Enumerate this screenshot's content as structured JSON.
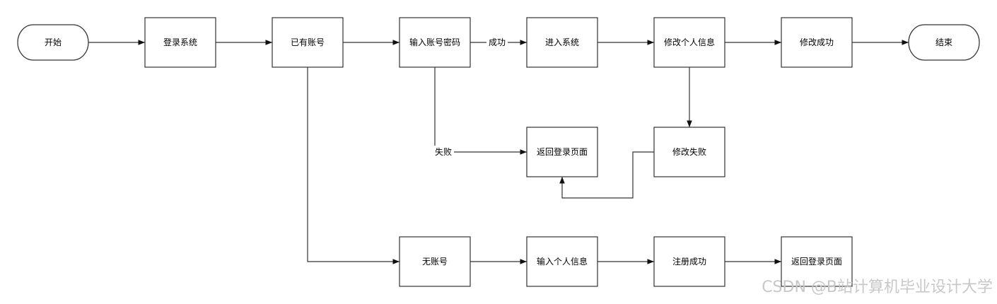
{
  "nodes": {
    "start": "开始",
    "login_system": "登录系统",
    "has_account": "已有账号",
    "enter_credentials": "输入账号密码",
    "enter_system": "进入系统",
    "edit_profile": "修改个人信息",
    "edit_success": "修改成功",
    "end": "结束",
    "back_to_login_1": "返回登录页面",
    "edit_failed": "修改失败",
    "no_account": "无账号",
    "enter_profile": "输入个人信息",
    "register_success": "注册成功",
    "back_to_login_2": "返回登录页面"
  },
  "edge_labels": {
    "success": "成功",
    "failure": "失败"
  },
  "watermark": "CSDN @B站计算机毕业设计大学",
  "colors": {
    "stroke": "#333333",
    "fill": "#ffffff",
    "watermark": "#c8c8c8"
  }
}
